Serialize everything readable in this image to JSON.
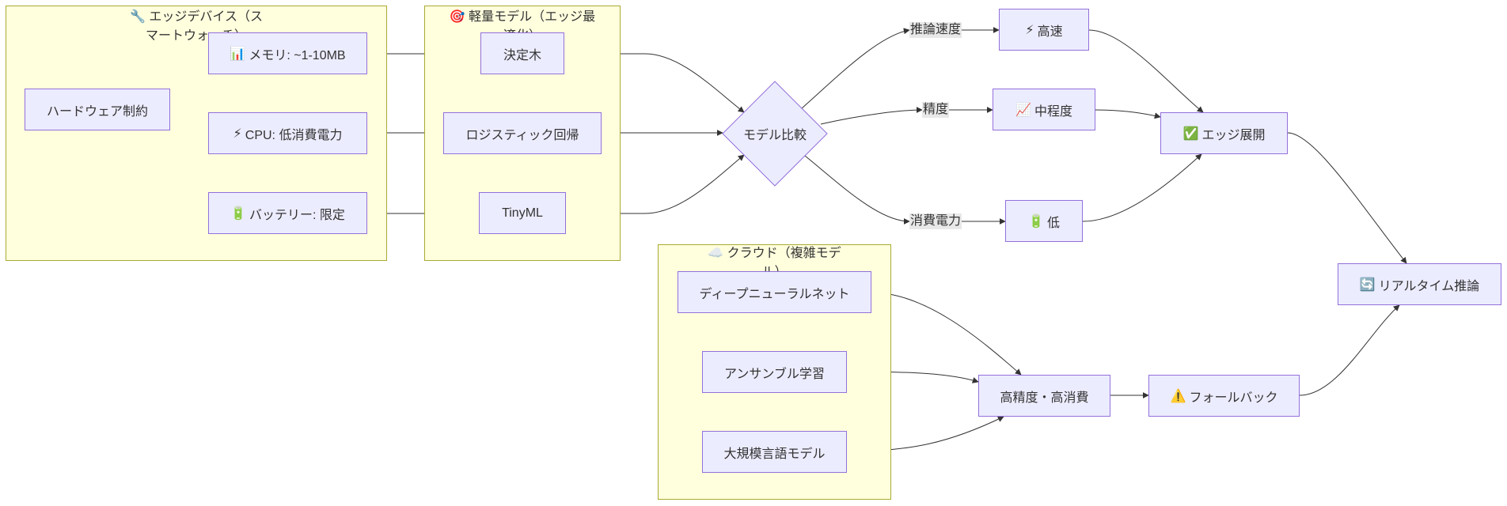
{
  "clusters": {
    "edge_device": {
      "icon": "🔧",
      "title": "エッジデバイス（スマートウォッチ）"
    },
    "light_model": {
      "icon": "🎯",
      "title": "軽量モデル（エッジ最適化）"
    },
    "cloud": {
      "icon": "☁️",
      "title": "クラウド（複雑モデル）"
    }
  },
  "nodes": {
    "hardware": {
      "label": "ハードウェア制約"
    },
    "memory": {
      "icon": "📊",
      "label": "メモリ: ~1-10MB"
    },
    "cpu": {
      "icon": "⚡",
      "label": "CPU: 低消費電力"
    },
    "battery": {
      "icon": "🔋",
      "label": "バッテリー: 限定"
    },
    "decision_tree": {
      "label": "決定木"
    },
    "logistic": {
      "label": "ロジスティック回帰"
    },
    "tinyml": {
      "label": "TinyML"
    },
    "compare": {
      "label": "モデル比較"
    },
    "fast": {
      "icon": "⚡",
      "label": "高速"
    },
    "medium": {
      "icon": "📈",
      "label": "中程度"
    },
    "low": {
      "icon": "🔋",
      "label": "低"
    },
    "edge_deploy": {
      "icon": "✅",
      "label": "エッジ展開"
    },
    "realtime": {
      "icon": "🔄",
      "label": "リアルタイム推論"
    },
    "dnn": {
      "label": "ディープニューラルネット"
    },
    "ensemble": {
      "label": "アンサンブル学習"
    },
    "llm": {
      "label": "大規模言語モデル"
    },
    "high_cost": {
      "label": "高精度・高消費"
    },
    "fallback": {
      "icon": "⚠️",
      "label": "フォールバック"
    }
  },
  "edge_labels": {
    "speed": "推論速度",
    "accuracy": "精度",
    "power": "消費電力"
  },
  "colors": {
    "node_fill": "#ececff",
    "node_stroke": "#9370db",
    "cluster_fill": "#ffffde",
    "cluster_stroke": "#aaaa33",
    "edge": "#333333",
    "edge_label_bg": "#e8e8e8"
  }
}
